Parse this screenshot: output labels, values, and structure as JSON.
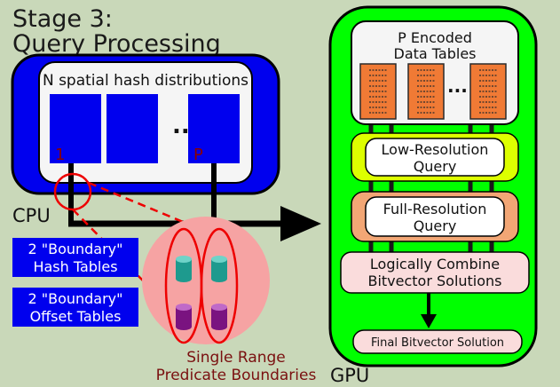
{
  "title": {
    "line1": "Stage 3:",
    "line2": "Query Processing"
  },
  "cpu": {
    "label": "CPU",
    "box_title": "N spatial hash distributions",
    "first_index": "1",
    "last_index": "P",
    "ellipsis": "..."
  },
  "boundary": {
    "hash_tables_line1": "2 \"Boundary\"",
    "hash_tables_line2": "Hash Tables",
    "offset_tables_line1": "2 \"Boundary\"",
    "offset_tables_line2": "Offset Tables",
    "caption_line1": "Single Range",
    "caption_line2": "Predicate Boundaries"
  },
  "gpu": {
    "label": "GPU",
    "encoded_title_line1": "P Encoded",
    "encoded_title_line2": "Data Tables",
    "ellipsis": "...",
    "low_res_line1": "Low-Resolution",
    "low_res_line2": "Query",
    "full_res_line1": "Full-Resolution",
    "full_res_line2": "Query",
    "combine_line1": "Logically Combine",
    "combine_line2": "Bitvector Solutions",
    "final": "Final Bitvector Solution"
  },
  "colors": {
    "background": "#c9d8b9",
    "cpu_blue": "#0000ee",
    "gpu_green": "#00ff00",
    "low_res_yellow": "#ddff00",
    "full_res_orange": "#f2a675",
    "combine_pink": "#fadcdc",
    "boundary_pink": "#f6a3a3",
    "highlight_red": "#ee0000",
    "caption_maroon": "#7a1010",
    "index_maroon": "#8b0000",
    "teal_cylinder": "#1e9a8e",
    "purple_cylinder": "#7a1380",
    "table_orange": "#f07a35"
  }
}
